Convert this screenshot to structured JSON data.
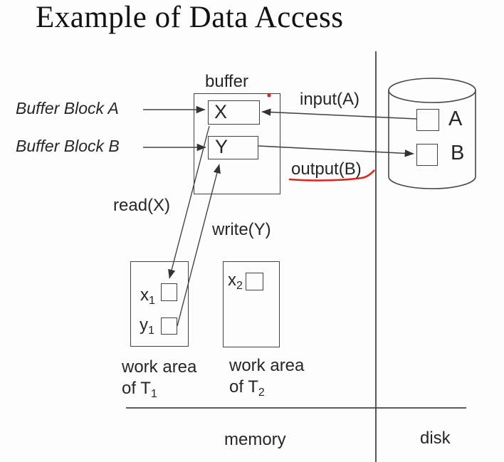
{
  "title": "Example of Data Access",
  "buffer": {
    "label": "buffer",
    "block_x": "X",
    "block_y": "Y"
  },
  "pointers": {
    "block_a": "Buffer Block A",
    "block_b": "Buffer Block B"
  },
  "operations": {
    "input": "input(A)",
    "output": "output(B)",
    "read": "read(X)",
    "write": "write(Y)"
  },
  "work_area_1": {
    "var1_base": "x",
    "var1_sub": "1",
    "var2_base": "y",
    "var2_sub": "1",
    "caption_line1": "work area",
    "caption_line2_base": "of T",
    "caption_line2_sub": "1"
  },
  "work_area_2": {
    "var1_base": "x",
    "var1_sub": "2",
    "caption_line1": "work area",
    "caption_line2_base": "of T",
    "caption_line2_sub": "2"
  },
  "disk": {
    "block_a": "A",
    "block_b": "B"
  },
  "regions": {
    "memory": "memory",
    "disk": "disk"
  },
  "colors": {
    "line": "#454545",
    "accent_red": "#e0251b",
    "background": "#fdfdfd",
    "text": "#262626"
  }
}
